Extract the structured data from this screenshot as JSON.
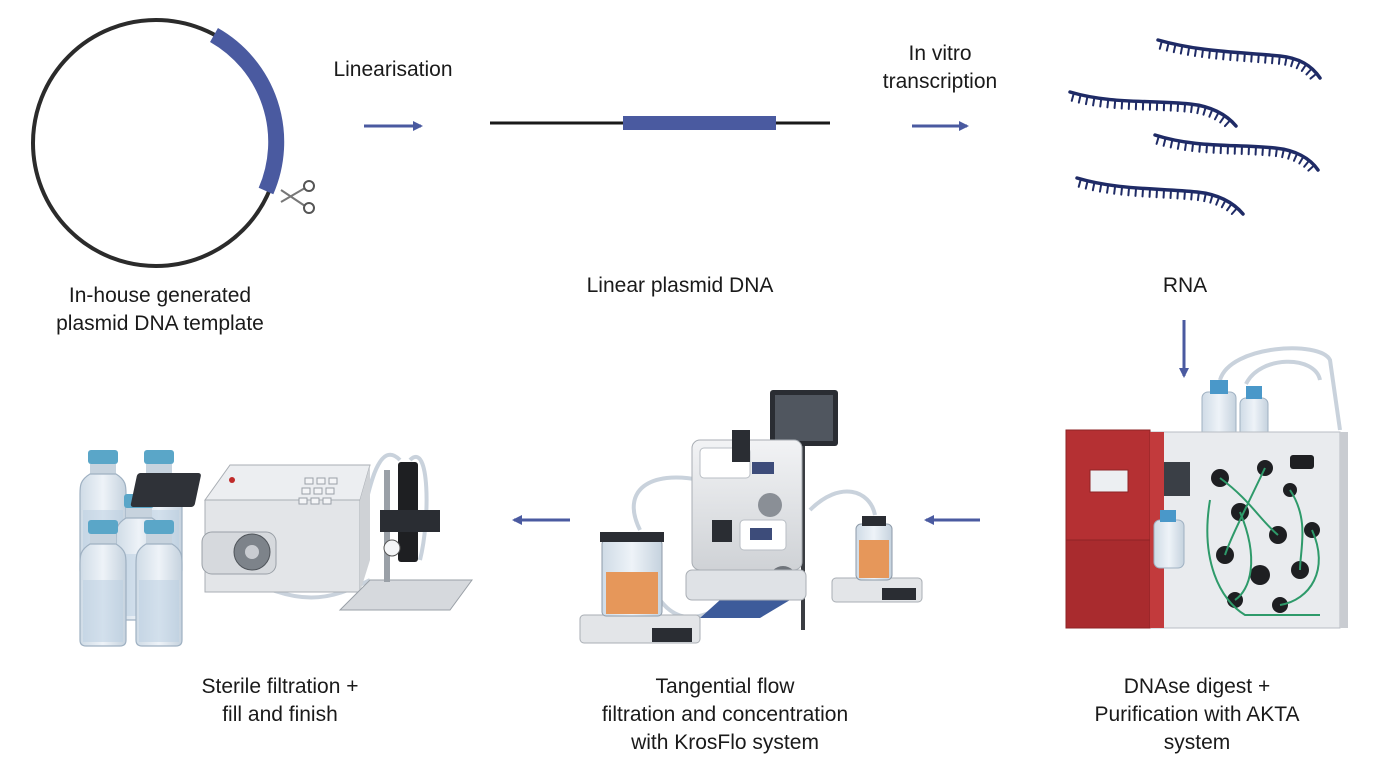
{
  "colors": {
    "accent": "#4a5aa0",
    "dna_line": "#1a1a1a",
    "rna_strand": "#1f2b66",
    "fluid": "#e6975a",
    "instrument_red": "#b53033"
  },
  "labels": {
    "plasmid": [
      "In-house generated",
      "plasmid DNA template"
    ],
    "linearisation": "Linearisation",
    "linear_dna": "Linear plasmid DNA",
    "ivt": [
      "In vitro",
      "transcription"
    ],
    "rna": "RNA",
    "akta": [
      "DNAse digest +",
      "Purification with AKTA",
      "system"
    ],
    "tff": [
      "Tangential flow",
      "filtration and concentration",
      "with KrosFlo system"
    ],
    "fill": [
      "Sterile filtration +",
      "fill and finish"
    ]
  },
  "icons": {
    "scissors": "scissors-icon",
    "vials": "vials-icon",
    "filtration_pump": "peristaltic-pump-icon",
    "tff_system": "tff-system-icon",
    "akta_system": "akta-chromatography-icon"
  }
}
